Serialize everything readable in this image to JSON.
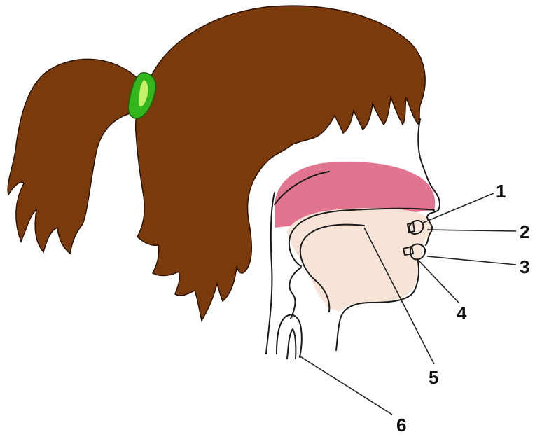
{
  "colors": {
    "hair": "#7a3a0c",
    "hair_tie": "#33b51c",
    "hair_tie_highlight": "#c8f06a",
    "nasal_cavity": "#e1758f",
    "oral_cavity": "#f7e4d6",
    "outline": "#1a1a1a",
    "background": "#ffffff"
  },
  "labels": [
    {
      "id": "1",
      "text": "1"
    },
    {
      "id": "2",
      "text": "2"
    },
    {
      "id": "3",
      "text": "3"
    },
    {
      "id": "4",
      "text": "4"
    },
    {
      "id": "5",
      "text": "5"
    },
    {
      "id": "6",
      "text": "6"
    }
  ]
}
